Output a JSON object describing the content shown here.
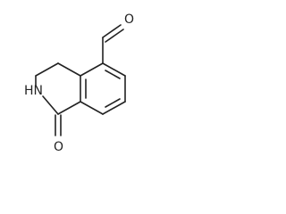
{
  "molecule": {
    "atoms": {
      "aldehyde_oxygen": "O",
      "amide_nitrogen": "HN",
      "ketone_oxygen": "O"
    }
  },
  "colors": {
    "bond": "#222222",
    "background": "#ffffff"
  }
}
